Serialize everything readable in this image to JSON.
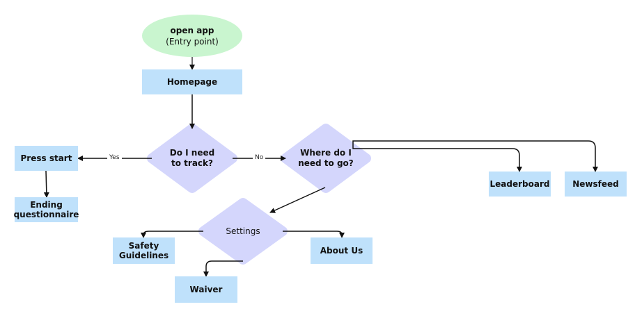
{
  "nodes": {
    "start": {
      "label": "open app",
      "sublabel": "(Entry point)"
    },
    "homepage": {
      "label": "Homepage"
    },
    "track_decision": {
      "label": "Do I need to track?"
    },
    "destination_decision": {
      "label": "Where do I need to go?"
    },
    "press_start": {
      "label": "Press start"
    },
    "ending_questionnaire": {
      "label": "Ending questionnaire"
    },
    "leaderboard": {
      "label": "Leaderboard"
    },
    "newsfeed": {
      "label": "Newsfeed"
    },
    "settings": {
      "label": "Settings"
    },
    "safety_guidelines": {
      "label": "Safety Guidelines"
    },
    "about_us": {
      "label": "About Us"
    },
    "waiver": {
      "label": "Waiver"
    }
  },
  "edges": {
    "yes_label": "Yes",
    "no_label": "No"
  },
  "colors": {
    "start_fill": "#c9f5cf",
    "process_fill": "#bfe1fb",
    "decision_fill": "#d4d6fc",
    "line": "#111111"
  }
}
